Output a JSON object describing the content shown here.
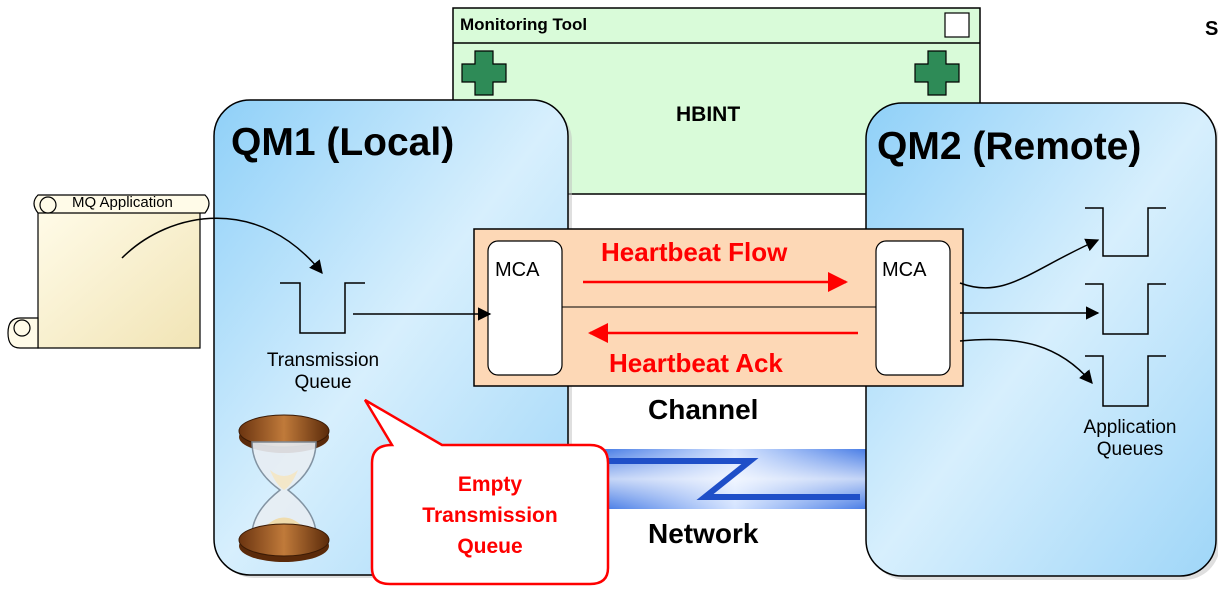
{
  "monitor": {
    "title": "Monitoring Tool",
    "center_label": "HBINT"
  },
  "qm1": {
    "title": "QM1 (Local)"
  },
  "qm2": {
    "title": "QM2 (Remote)"
  },
  "app": {
    "label": "MQ Application"
  },
  "xmitq": {
    "line1": "Transmission",
    "line2": "Queue"
  },
  "callout": {
    "line1": "Empty",
    "line2": "Transmission",
    "line3": "Queue"
  },
  "channel": {
    "mca_left": "MCA",
    "mca_right": "MCA",
    "flow": "Heartbeat Flow",
    "ack": "Heartbeat Ack",
    "label": "Channel"
  },
  "network": {
    "label": "Network"
  },
  "app_queues": {
    "line1": "Application",
    "line2": "Queues"
  },
  "corner_text": "S",
  "colors": {
    "qm_fill": "#bfe4fb",
    "monitor_fill": "#d9fbd9",
    "channel_fill": "#fdd8b6",
    "heartbeat": "#ff0000",
    "network": "#1f5fd0",
    "plus_green": "#2e8b57"
  }
}
